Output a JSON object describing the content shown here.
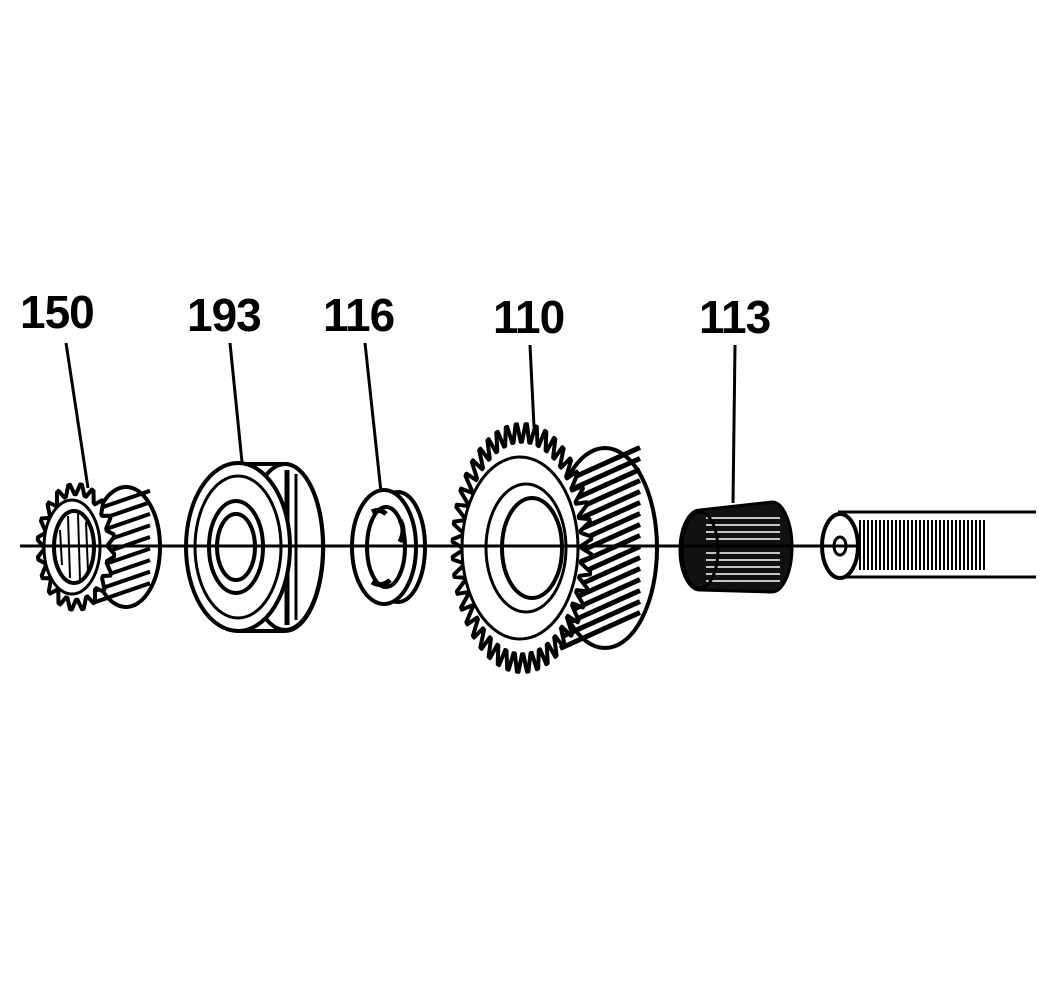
{
  "diagram": {
    "colors": {
      "ink": "#000000",
      "paper": "#ffffff"
    },
    "callouts": [
      {
        "id": "150",
        "label": "150",
        "part": "helical-pinion-gear"
      },
      {
        "id": "193",
        "label": "193",
        "part": "ball-bearing"
      },
      {
        "id": "116",
        "label": "116",
        "part": "thrust-washer"
      },
      {
        "id": "110",
        "label": "110",
        "part": "large-helical-gear"
      },
      {
        "id": "113",
        "label": "113",
        "part": "needle-bearing"
      }
    ]
  }
}
